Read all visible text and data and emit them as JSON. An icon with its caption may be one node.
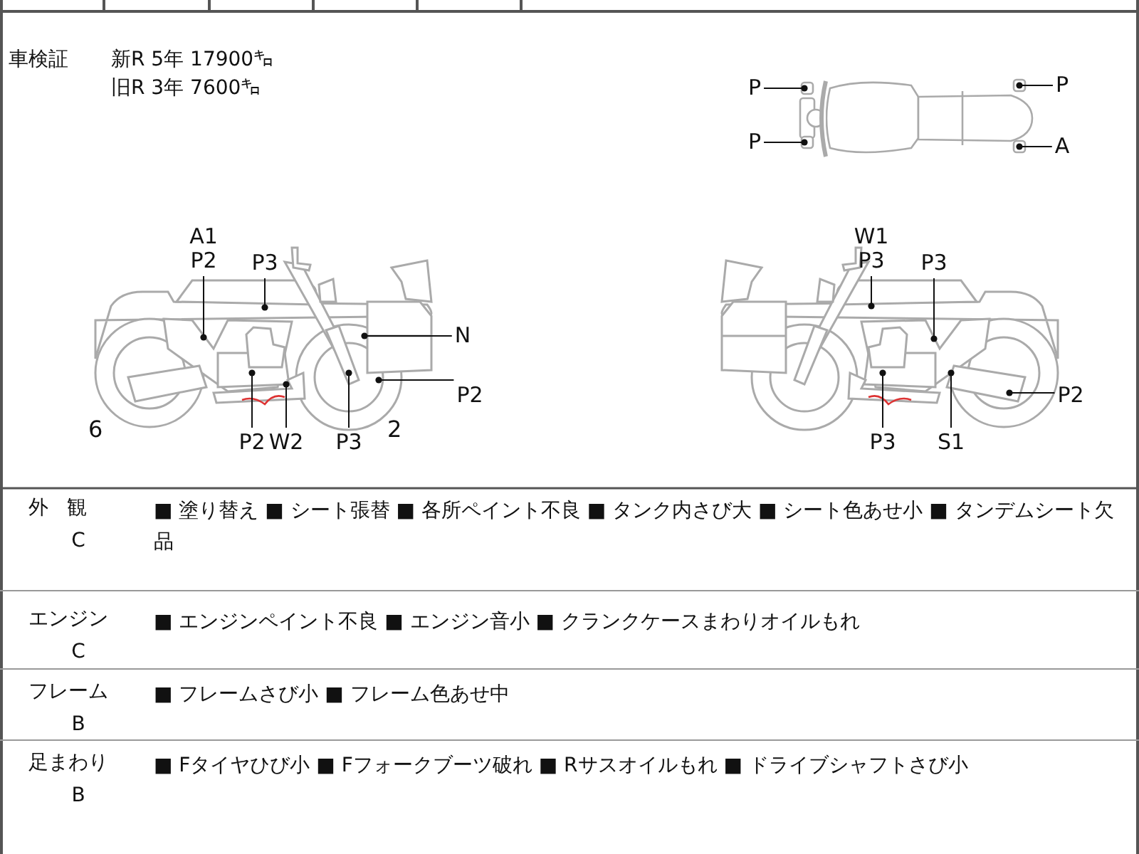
{
  "diagram": {
    "nodes": [
      {
        "text": [
          "P"
        ]
      },
      {
        "text": [
          "P"
        ]
      },
      {
        "text": [
          "P"
        ]
      },
      {
        "text": [
          "A"
        ]
      },
      {
        "text": [
          "A1",
          "P2"
        ]
      },
      {
        "text": [
          "P3"
        ]
      },
      {
        "text": [
          "N"
        ]
      },
      {
        "text": [
          "P2"
        ]
      },
      {
        "text": [
          "P2"
        ]
      },
      {
        "text": [
          "W2"
        ]
      },
      {
        "text": [
          "P3"
        ]
      },
      {
        "text": [
          "W1",
          "P3"
        ]
      },
      {
        "text": [
          "P3"
        ]
      },
      {
        "text": [
          "P2"
        ]
      },
      {
        "text": [
          "P3"
        ]
      },
      {
        "text": [
          "S1"
        ]
      }
    ],
    "edges": [
      {
        "from": 0,
        "to": null,
        "arrow": "other"
      },
      {
        "from": 1,
        "to": null,
        "arrow": "other"
      },
      {
        "from": 2,
        "to": null,
        "arrow": "other"
      },
      {
        "from": 3,
        "to": null,
        "arrow": "other"
      },
      {
        "from": 4,
        "to": null,
        "arrow": "other"
      },
      {
        "from": 5,
        "to": null,
        "arrow": "other"
      },
      {
        "from": 6,
        "to": null,
        "arrow": "other"
      },
      {
        "from": 7,
        "to": null,
        "arrow": "other"
      },
      {
        "from": 8,
        "to": null,
        "arrow": "other"
      },
      {
        "from": 9,
        "to": null,
        "arrow": "other"
      },
      {
        "from": 10,
        "to": null,
        "arrow": "other"
      },
      {
        "from": 11,
        "to": null,
        "arrow": "other"
      },
      {
        "from": 12,
        "to": null,
        "arrow": "other"
      },
      {
        "from": 13,
        "to": null,
        "arrow": "other"
      },
      {
        "from": 14,
        "to": null,
        "arrow": "other"
      },
      {
        "from": 15,
        "to": null,
        "arrow": "other"
      }
    ],
    "labels": [
      "車検証",
      "新R 5年 17900㌔",
      "旧R 3年 7600㌔",
      "6",
      "2",
      "外 観",
      "C",
      "■ 塗り替え ■ シート張替 ■ 各所ペイント不良 ■ タンク内さび大 ■ シート色あせ小 ■ タンデムシート欠品",
      "エンジン",
      "C",
      "■ エンジンペイント不良 ■ エンジン音小 ■ クランクケースまわりオイルもれ",
      "フレーム",
      "B",
      "■ フレームさび小 ■ フレーム色あせ中",
      "足まわり",
      "B",
      "■ Fタイヤひび小 ■ Fフォークブーツ破れ ■ Rサスオイルもれ ■ ドライブシャフトさび小"
    ]
  }
}
